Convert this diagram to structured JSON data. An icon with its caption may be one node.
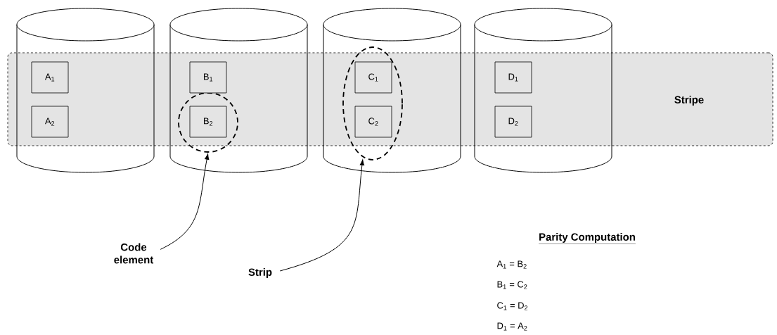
{
  "diagram": {
    "nodes": [
      {
        "text": [],
        "shape": "cylinder"
      },
      {
        "text": [],
        "shape": "cylinder"
      },
      {
        "text": [],
        "shape": "cylinder"
      },
      {
        "text": [],
        "shape": "cylinder"
      },
      {
        "text": [
          "Stripe"
        ]
      },
      {
        "text": [
          "A$_{1}$"
        ]
      },
      {
        "text": [
          "A$_{2}$"
        ]
      },
      {
        "text": [
          "B$_{1}$"
        ]
      },
      {
        "text": [
          "B$_{2}$"
        ],
        "in": 13
      },
      {
        "text": [
          "C$_{1}$"
        ],
        "in": 14
      },
      {
        "text": [
          "C$_{2}$"
        ],
        "in": 14
      },
      {
        "text": [
          "D$_{1}$"
        ]
      },
      {
        "text": [
          "D$_{2}$"
        ]
      },
      {
        "text": [],
        "shape": "circle",
        "in": 1
      },
      {
        "text": [],
        "shape": "ellipse",
        "in": 2
      },
      {
        "text": [
          "Code element"
        ]
      },
      {
        "text": [
          "Strip"
        ]
      }
    ],
    "edges": [
      {
        "from": 15,
        "to": 13,
        "arrow": "to"
      },
      {
        "from": 16,
        "to": 14,
        "arrow": "to"
      }
    ],
    "labels": [
      "Parity Computation",
      "A$_{1}$ = B$_{2}$",
      "B$_{1}$ = C$_{2}$",
      "C$_{1}$ = D$_{2}$",
      "D$_{1}$ = A$_{2}$"
    ]
  }
}
